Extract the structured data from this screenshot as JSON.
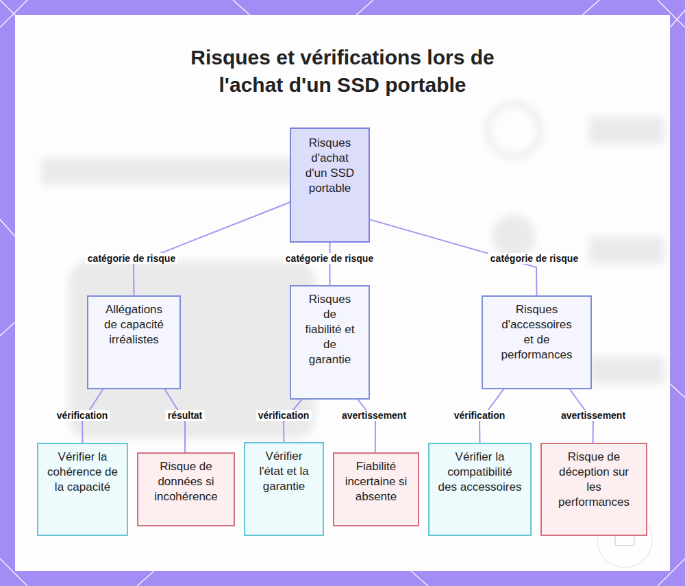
{
  "diagram": {
    "title": "Risques et vérifications lors de l'achat d'un SSD portable",
    "nodes": [
      {
        "text": [
          "Risques d'achat d'un SSD portable"
        ]
      },
      {
        "text": [
          "Allégations de capacité irréalistes"
        ]
      },
      {
        "text": [
          "Risques de fiabilité et de garantie"
        ]
      },
      {
        "text": [
          "Risques d'accessoires et de performances"
        ]
      },
      {
        "text": [
          "Vérifier la cohérence de la capacité"
        ]
      },
      {
        "text": [
          "Risque de données si incohérence"
        ]
      },
      {
        "text": [
          "Vérifier l'état et la garantie"
        ]
      },
      {
        "text": [
          "Fiabilité incertaine si absente"
        ]
      },
      {
        "text": [
          "Vérifier la compatibilité des accessoires"
        ]
      },
      {
        "text": [
          "Risque de déception sur les performances"
        ]
      }
    ],
    "edges": [
      {
        "from": 0,
        "to": 1,
        "label": "catégorie de risque",
        "arrow": "none"
      },
      {
        "from": 0,
        "to": 2,
        "label": "catégorie de risque",
        "arrow": "none"
      },
      {
        "from": 0,
        "to": 3,
        "label": "catégorie de risque",
        "arrow": "none"
      },
      {
        "from": 1,
        "to": 4,
        "label": "vérification",
        "arrow": "none"
      },
      {
        "from": 1,
        "to": 5,
        "label": "résultat",
        "arrow": "none"
      },
      {
        "from": 2,
        "to": 6,
        "label": "vérification",
        "arrow": "none"
      },
      {
        "from": 2,
        "to": 7,
        "label": "avertissement",
        "arrow": "none"
      },
      {
        "from": 3,
        "to": 8,
        "label": "vérification",
        "arrow": "none"
      },
      {
        "from": 3,
        "to": 9,
        "label": "avertissement",
        "arrow": "none"
      }
    ]
  }
}
